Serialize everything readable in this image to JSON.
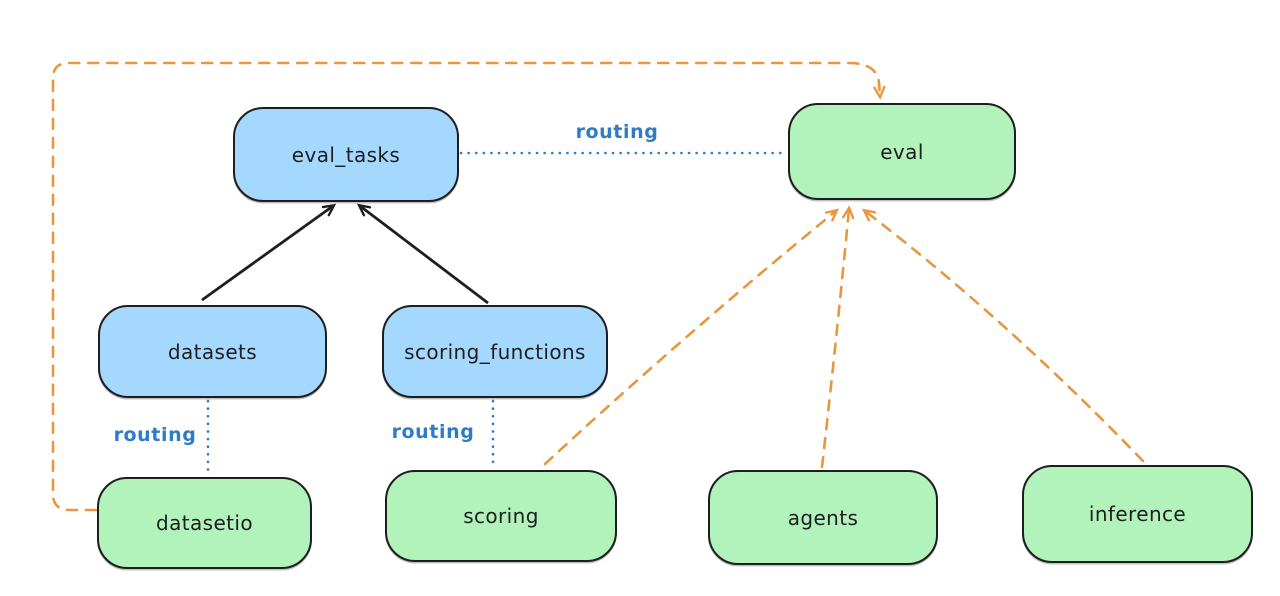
{
  "diagram": {
    "nodes": [
      {
        "id": "eval_tasks",
        "label": "eval_tasks",
        "kind": "resource",
        "fill": "blue"
      },
      {
        "id": "eval",
        "label": "eval",
        "kind": "api",
        "fill": "green"
      },
      {
        "id": "datasets",
        "label": "datasets",
        "kind": "resource",
        "fill": "blue"
      },
      {
        "id": "scoring_functions",
        "label": "scoring_functions",
        "kind": "resource",
        "fill": "blue"
      },
      {
        "id": "datasetio",
        "label": "datasetio",
        "kind": "api",
        "fill": "green"
      },
      {
        "id": "scoring",
        "label": "scoring",
        "kind": "api",
        "fill": "green"
      },
      {
        "id": "agents",
        "label": "agents",
        "kind": "api",
        "fill": "green"
      },
      {
        "id": "inference",
        "label": "inference",
        "kind": "api",
        "fill": "green"
      }
    ],
    "edges": [
      {
        "from": "datasets",
        "to": "eval_tasks",
        "style": "solid",
        "color": "black",
        "arrow": true
      },
      {
        "from": "scoring_functions",
        "to": "eval_tasks",
        "style": "solid",
        "color": "black",
        "arrow": true
      },
      {
        "from": "eval_tasks",
        "to": "eval",
        "style": "dotted",
        "color": "blue",
        "arrow": false,
        "label": "routing"
      },
      {
        "from": "datasets",
        "to": "datasetio",
        "style": "dotted",
        "color": "blue",
        "arrow": false,
        "label": "routing"
      },
      {
        "from": "scoring_functions",
        "to": "scoring",
        "style": "dotted",
        "color": "blue",
        "arrow": false,
        "label": "routing"
      },
      {
        "from": "datasetio",
        "to": "eval",
        "style": "dashed",
        "color": "orange",
        "arrow": true
      },
      {
        "from": "scoring",
        "to": "eval",
        "style": "dashed",
        "color": "orange",
        "arrow": true
      },
      {
        "from": "agents",
        "to": "eval",
        "style": "dashed",
        "color": "orange",
        "arrow": true
      },
      {
        "from": "inference",
        "to": "eval",
        "style": "dashed",
        "color": "orange",
        "arrow": true
      }
    ],
    "colors": {
      "blue_fill": "#a5d8ff",
      "green_fill": "#b2f2bb",
      "stroke": "#1e1e1e",
      "routing_blue": "#2f7cc6",
      "orange": "#e8973f",
      "background": "#ffffff"
    }
  }
}
